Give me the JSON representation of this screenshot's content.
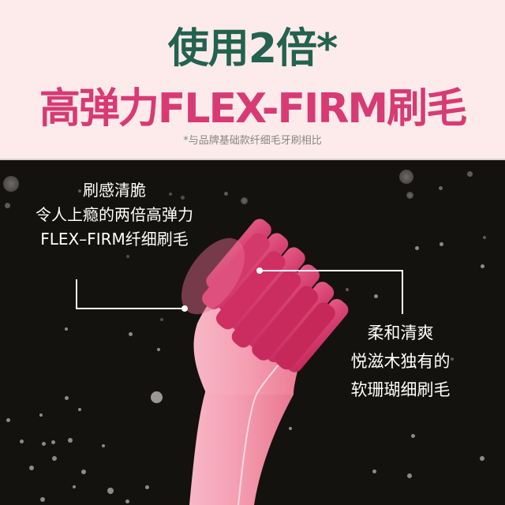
{
  "header": {
    "title_line1": "使用2倍*",
    "title_line2": "高弹力FLEX-FIRM刷毛",
    "footnote": "*与品牌基础款纤细毛牙刷相比"
  },
  "callouts": {
    "left": {
      "lines": [
        "刷感清脆",
        "令人上瘾的两倍高弹力",
        "FLEX–FIRM纤细刷毛"
      ]
    },
    "right": {
      "lines": [
        "柔和清爽",
        "悦滋木独有的",
        "软珊瑚细刷毛"
      ]
    }
  },
  "product": {
    "name": "toothbrush-head",
    "bristle_color": "#d8386a",
    "handle_color": "#f49ab0"
  },
  "colors": {
    "top_background": "#fdebeb",
    "title1_color": "#23624f",
    "title2_color": "#d83a73",
    "footnote_color": "#8a8585",
    "dark_background": "#14120e",
    "callout_text": "#ffffff"
  }
}
